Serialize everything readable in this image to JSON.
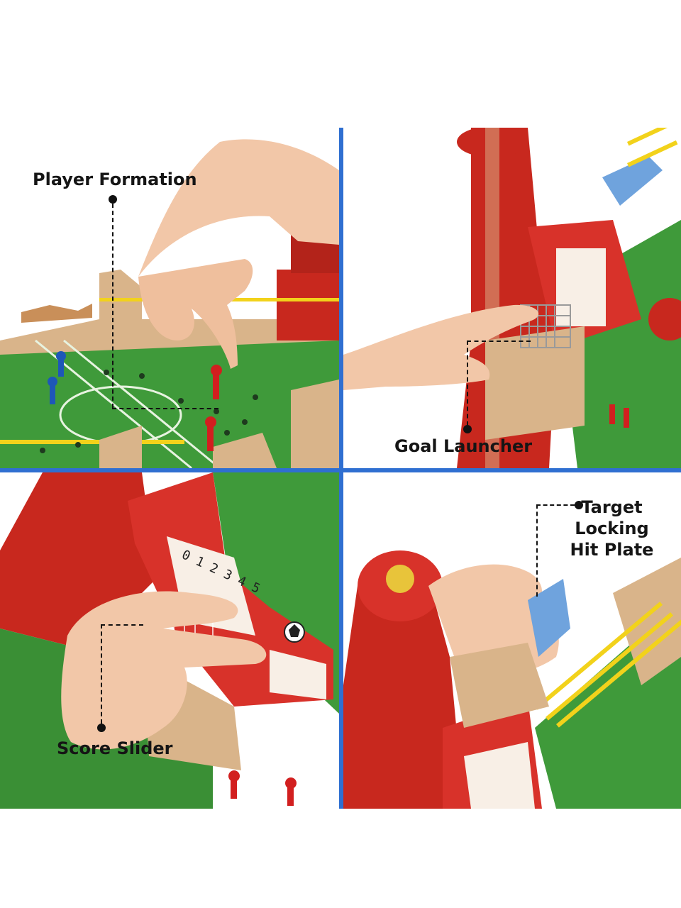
{
  "panels": [
    {
      "label": "Player Formation"
    },
    {
      "label": "Goal Launcher"
    },
    {
      "label": "Score Slider"
    },
    {
      "label": "Target Locking Hit Plate"
    }
  ],
  "colors": {
    "divider": "#2f6fd1",
    "pitch_green": "#3f9a3a",
    "stand_red": "#c8281e",
    "wood": "#d9b48a",
    "skin": "#f2c7a8",
    "band_yellow": "#f2d21b",
    "hit_plate_blue": "#6fa3dd"
  },
  "icons": [
    "soccer-ball-icon"
  ]
}
